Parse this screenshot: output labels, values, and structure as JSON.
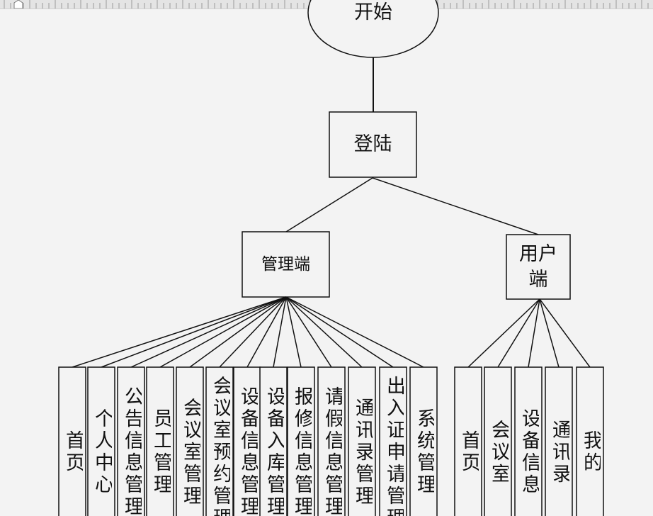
{
  "diagram": {
    "start": "开始",
    "login": "登陆",
    "admin": "管理端",
    "user": "用户端",
    "admin_items": [
      "首页",
      "个人中心",
      "公告信息管理",
      "员工管理",
      "会议室管理",
      "会议室预约管理",
      "设备信息管理",
      "设备入库管理",
      "报修信息管理",
      "请假信息管理",
      "通讯录管理",
      "出入证申请管理",
      "系统管理"
    ],
    "user_items": [
      "首页",
      "会议室",
      "设备信息",
      "通讯录",
      "我的"
    ]
  },
  "colors": {
    "line": "#111111",
    "node_fill": "#f3f3f3",
    "background": "#f3f3f3"
  }
}
